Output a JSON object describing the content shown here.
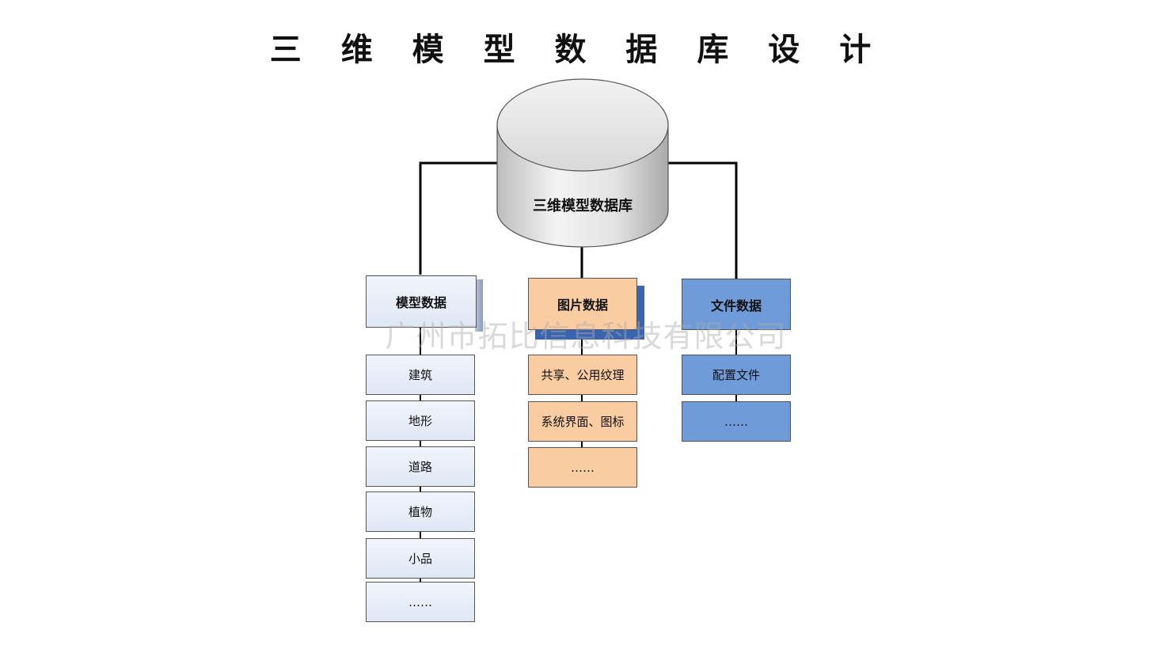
{
  "title": "三 维 模 型 数 据 库 设 计",
  "database": {
    "label": "三维模型数据库"
  },
  "columns": [
    {
      "header": "模型数据",
      "items": [
        "建筑",
        "地形",
        "道路",
        "植物",
        "小品",
        "……"
      ]
    },
    {
      "header": "图片数据",
      "items": [
        "共享、公用纹理",
        "系统界面、图标",
        "……"
      ]
    },
    {
      "header": "文件数据",
      "items": [
        "配置文件",
        "……"
      ]
    }
  ],
  "watermark": "广州市拓比信息科技有限公司",
  "colors": {
    "model": "#dfe7f5",
    "image": "#f9cca2",
    "file": "#6f9bd9",
    "connector": "#000000"
  }
}
